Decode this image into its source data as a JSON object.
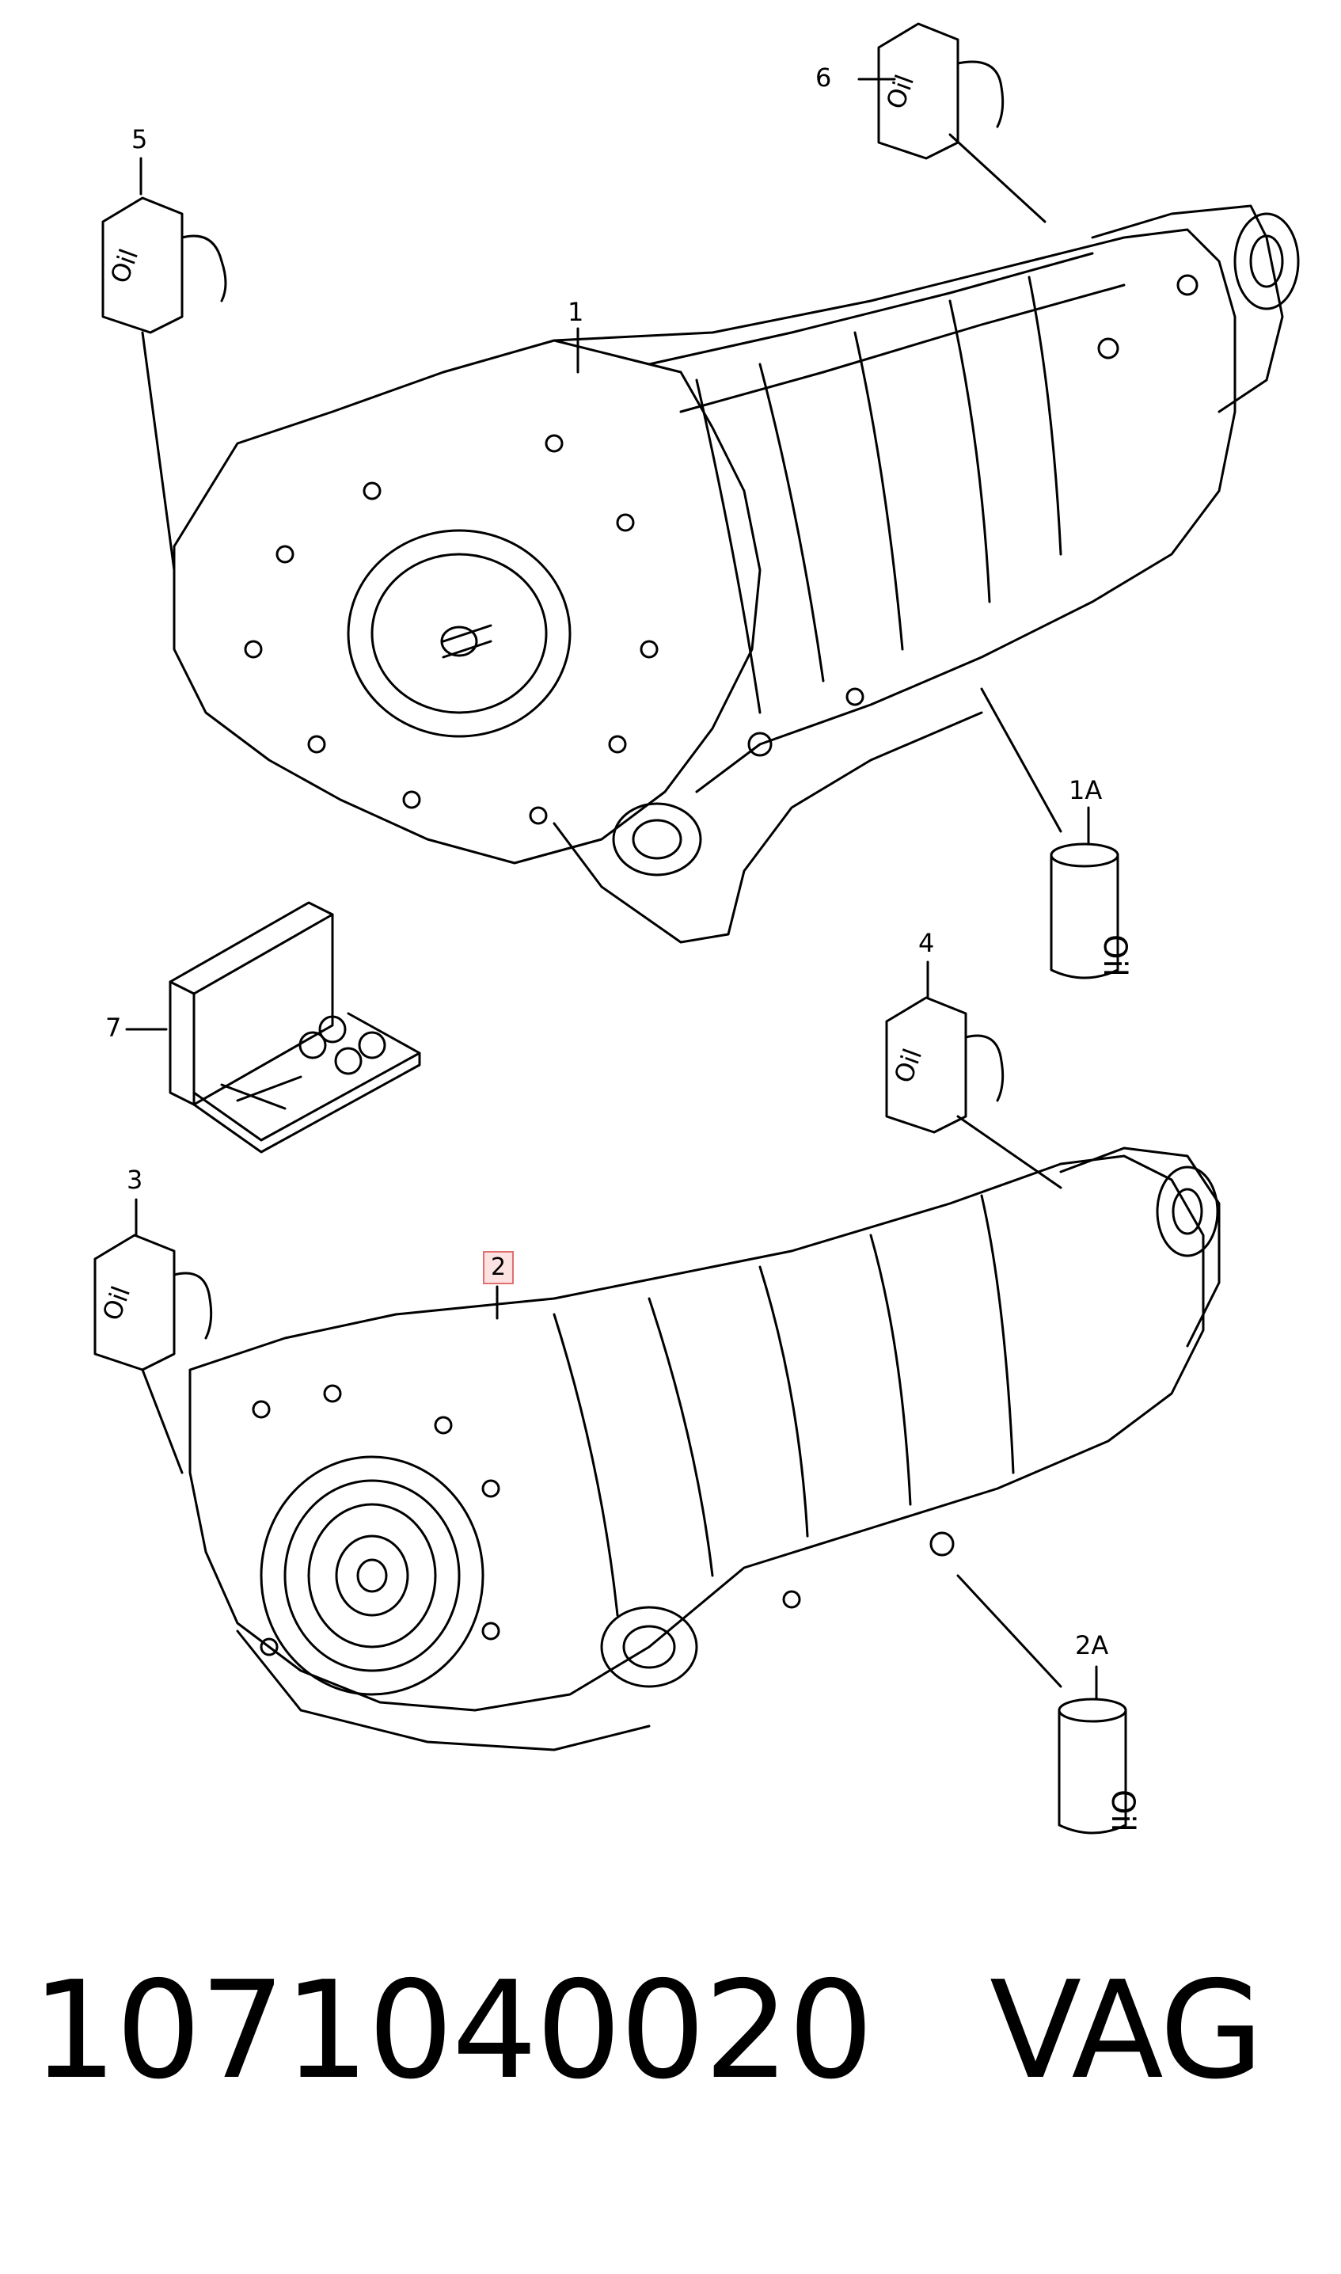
{
  "callouts": {
    "c1": "1",
    "c1a": "1A",
    "c2": "2",
    "c2a": "2A",
    "c3": "3",
    "c4": "4",
    "c5": "5",
    "c6": "6",
    "c7": "7"
  },
  "oil_label": "Oil",
  "footer": {
    "part_number": "1071040020",
    "brand": "VAG"
  },
  "colors": {
    "line": "#000000",
    "highlight_border": "#e07070",
    "highlight_fill": "#fde2e2"
  }
}
